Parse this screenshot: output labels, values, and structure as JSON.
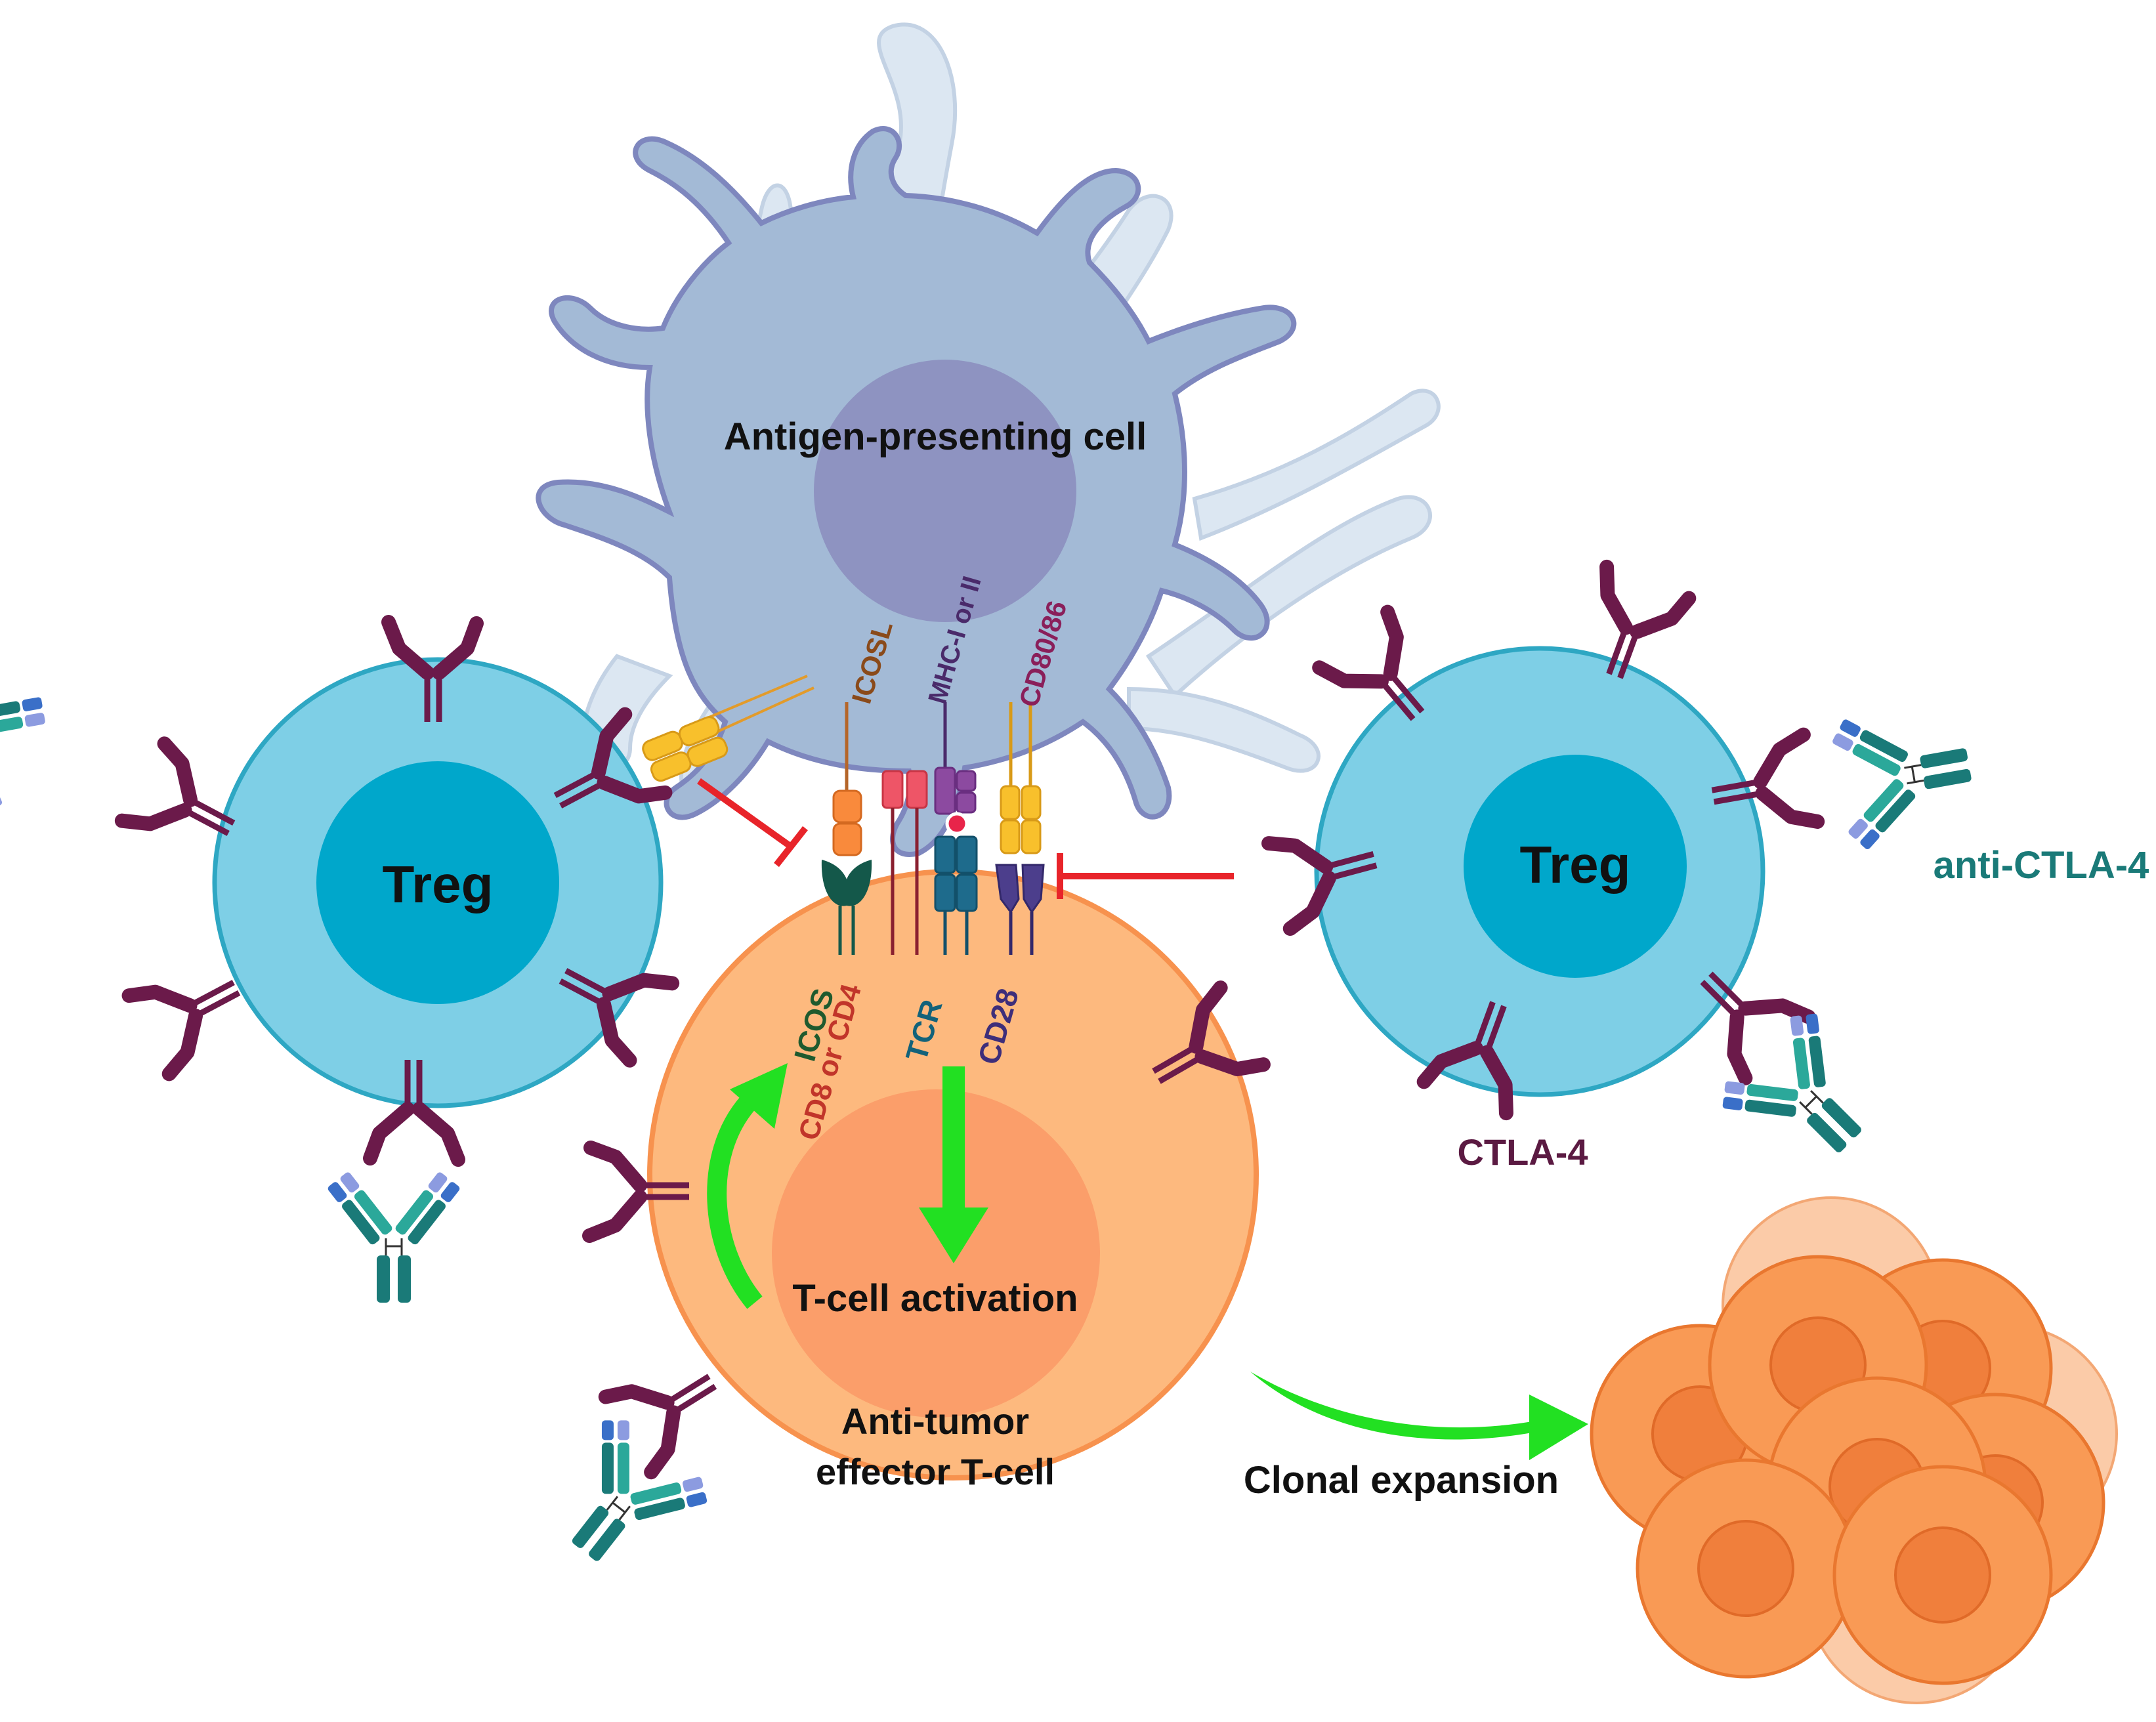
{
  "labels": {
    "apc": "Antigen-presenting cell",
    "treg_left": "Treg",
    "treg_right": "Treg",
    "effector_line1": "Anti-tumor",
    "effector_line2": "effector T-cell",
    "activation": "T-cell activation",
    "clonal": "Clonal expansion",
    "anti_ctla4": "anti-CTLA-4",
    "ctla4": "CTLA-4",
    "icosl": "ICOSL",
    "mhc": "MHC-I or II",
    "cd8086": "CD80/86",
    "icos": "ICOS",
    "cd8cd4": "CD8 or CD4",
    "tcr": "TCR",
    "cd28": "CD28"
  },
  "colors": {
    "apc_body": "#A3BAD6",
    "apc_nucleus": "#8E93C1",
    "treg_body": "#7ECFE6",
    "treg_nucleus": "#00A7CB",
    "effector_body": "#FDB97E",
    "effector_nucleus": "#FB9E6A",
    "ctla4": "#6B1A4A",
    "antibody": "#1A7A78",
    "activation_arrow": "#22E022",
    "inhibition": "#E8242A",
    "tumor_cell": "#F99A55",
    "label_icos": "#1F5A2E",
    "label_cd8cd4": "#C1352A",
    "label_tcr": "#13627A",
    "label_cd28": "#3E2E7A",
    "label_icosl": "#8A4A1A",
    "label_mhc": "#4A2A6A",
    "label_cd8086": "#8A1F5A"
  }
}
